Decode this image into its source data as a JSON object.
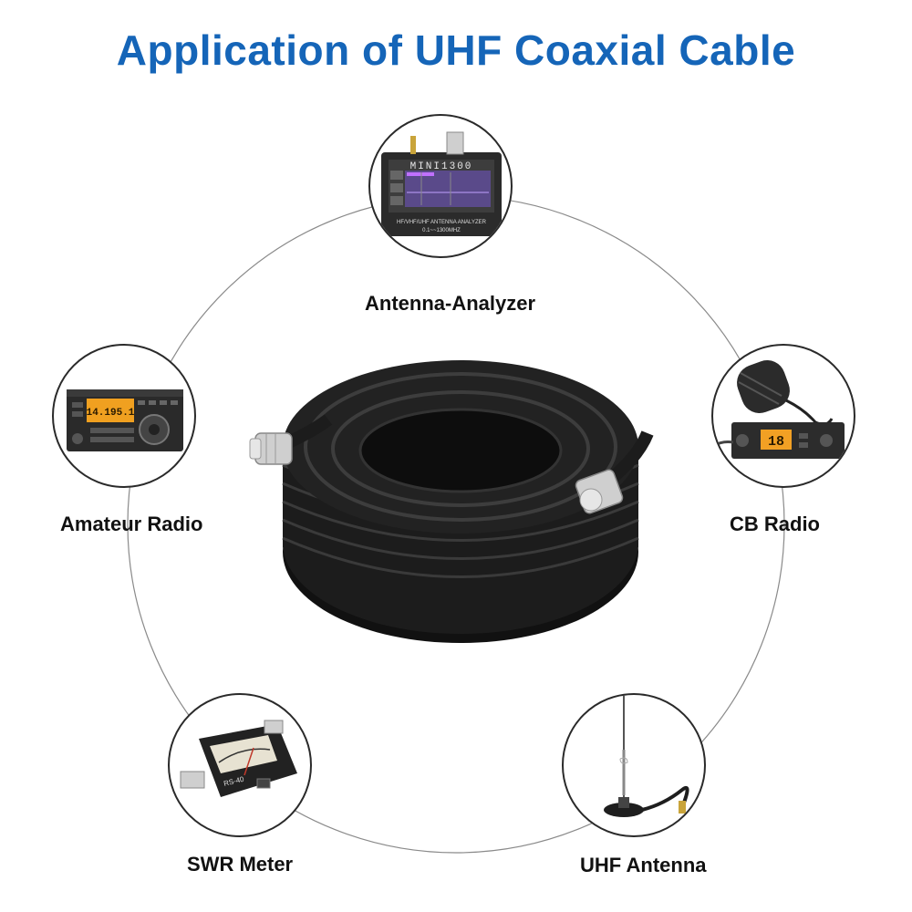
{
  "title": "Application of UHF Coaxial Cable",
  "applications": {
    "analyzer": {
      "label": "Antenna-Analyzer",
      "device_brand": "MINI1300",
      "device_caption": "HF/VHF/UHF ANTENNA ANALYZER",
      "device_range": "0.1~~1300MHZ"
    },
    "amateur": {
      "label": "Amateur Radio",
      "display": "14.195.1"
    },
    "cb": {
      "label": "CB Radio",
      "display": "18"
    },
    "swr": {
      "label": "SWR Meter",
      "model": "RS-40"
    },
    "antenna": {
      "label": "UHF Antenna"
    }
  },
  "colors": {
    "title": "#1565b8",
    "ring": "#7a7a7a",
    "bubble_border": "#2a2a2a",
    "cable": "#1c1c1c",
    "connector": "#c9c9c9"
  },
  "icons": [
    "coax-cable-coil",
    "antenna-analyzer-device",
    "amateur-radio-transceiver",
    "cb-radio-with-microphone",
    "swr-meter",
    "magnetic-mount-antenna"
  ]
}
